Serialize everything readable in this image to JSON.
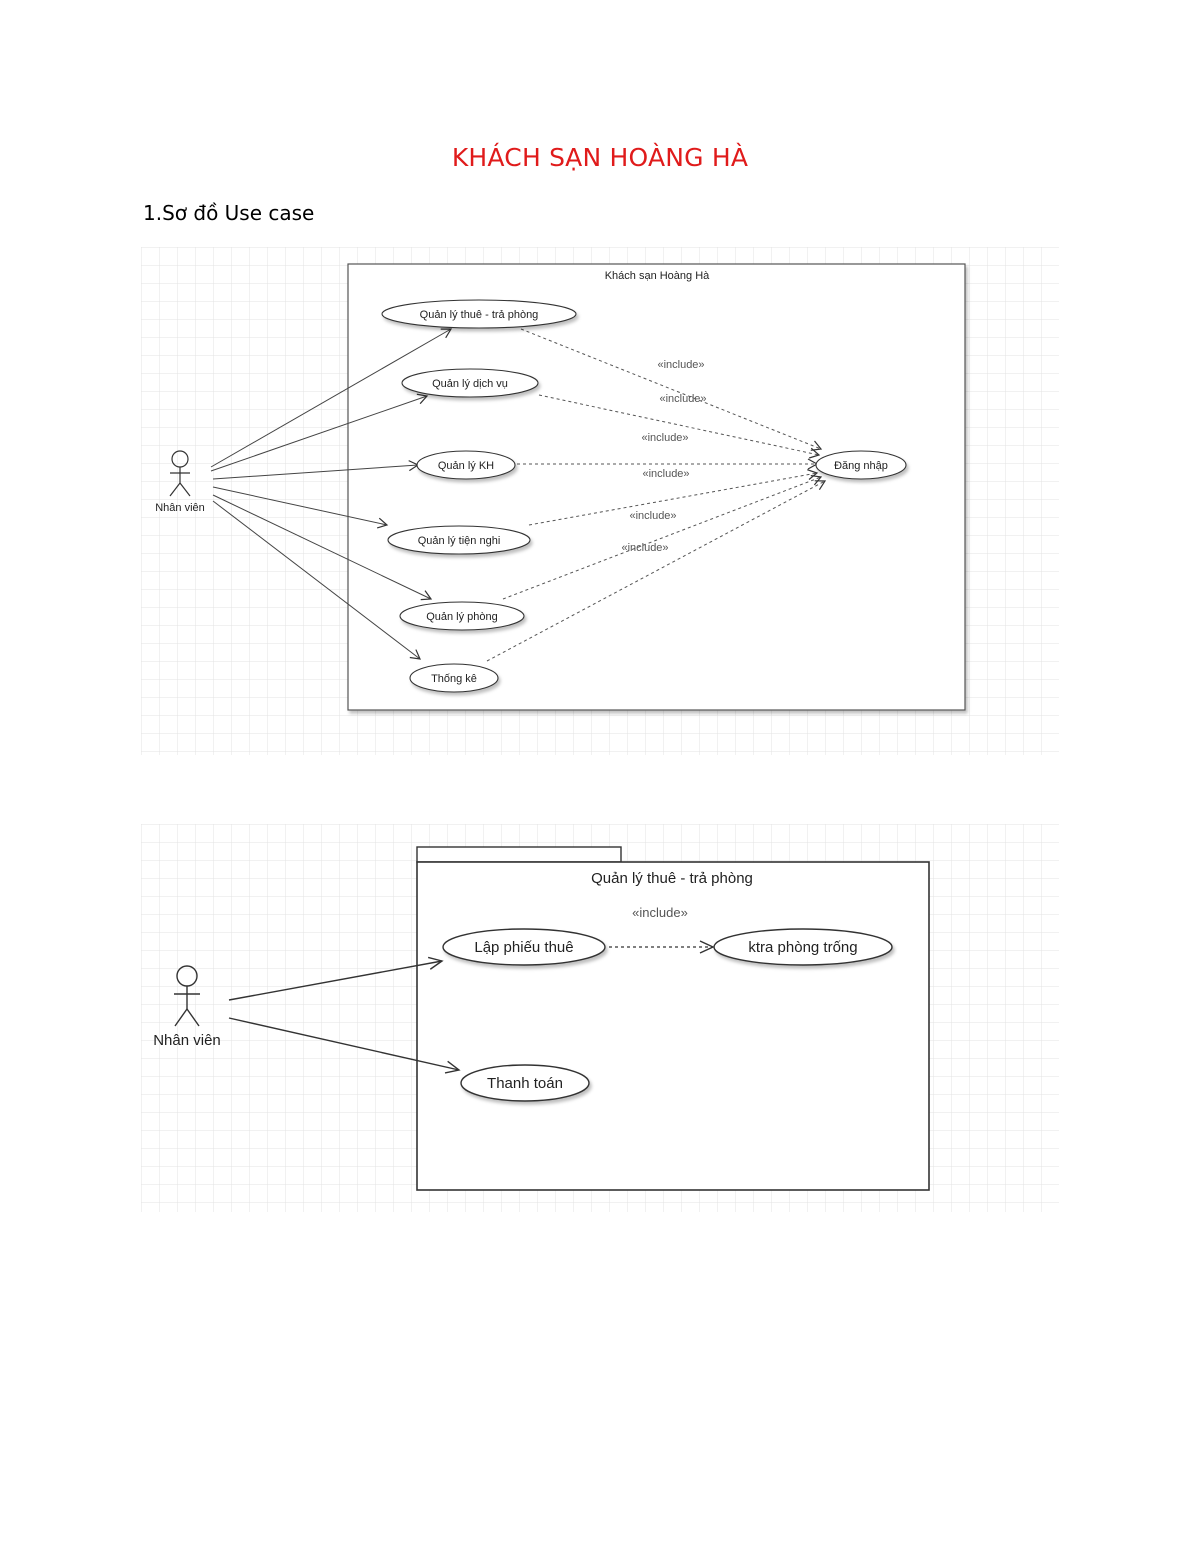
{
  "document": {
    "title": "KHÁCH SẠN HOÀNG HÀ",
    "section_heading": "1.Sơ đồ Use case"
  },
  "diagram_1": {
    "system_title": "Khách sạn Hoàng Hà",
    "actor": "Nhân viên",
    "use_cases": [
      "Quản lý thuê - trả phòng",
      "Quản lý dịch vụ",
      "Quản lý KH",
      "Quản lý tiện nghi",
      "Quản lý phòng",
      "Thống kê"
    ],
    "target_use_case": "Đăng nhập",
    "relation_label": "«include»"
  },
  "diagram_2": {
    "package_title": "Quản lý thuê - trả phòng",
    "actor": "Nhân viên",
    "use_cases": [
      "Lập phiếu thuê",
      "Thanh toán"
    ],
    "included_use_case": "ktra phòng trống",
    "relation_label": "«include»"
  }
}
